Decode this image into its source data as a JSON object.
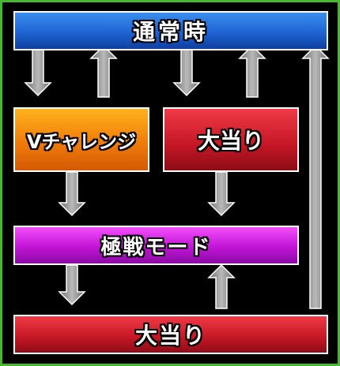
{
  "diagram": {
    "nodes": {
      "normal": "通常時",
      "v_challenge": "Vチャレンジ",
      "big_bonus_top": "大当り",
      "kyoku_sen_mode": "極戦モード",
      "big_bonus_bottom": "大当り"
    },
    "edges": [
      {
        "from": "normal",
        "to": "v_challenge"
      },
      {
        "from": "v_challenge",
        "to": "normal"
      },
      {
        "from": "normal",
        "to": "big_bonus_top"
      },
      {
        "from": "big_bonus_top",
        "to": "normal"
      },
      {
        "from": "big_bonus_bottom",
        "to": "normal"
      },
      {
        "from": "v_challenge",
        "to": "kyoku_sen_mode"
      },
      {
        "from": "big_bonus_top",
        "to": "kyoku_sen_mode"
      },
      {
        "from": "kyoku_sen_mode",
        "to": "big_bonus_bottom"
      },
      {
        "from": "big_bonus_bottom",
        "to": "kyoku_sen_mode"
      }
    ],
    "colors": {
      "normal": "#1e64d3",
      "v_challenge": "#f07c09",
      "big_bonus": "#c41624",
      "kyoku_sen_mode": "#c214d6",
      "frame": "#46b82e",
      "arrow": "#8c8c8c"
    }
  }
}
